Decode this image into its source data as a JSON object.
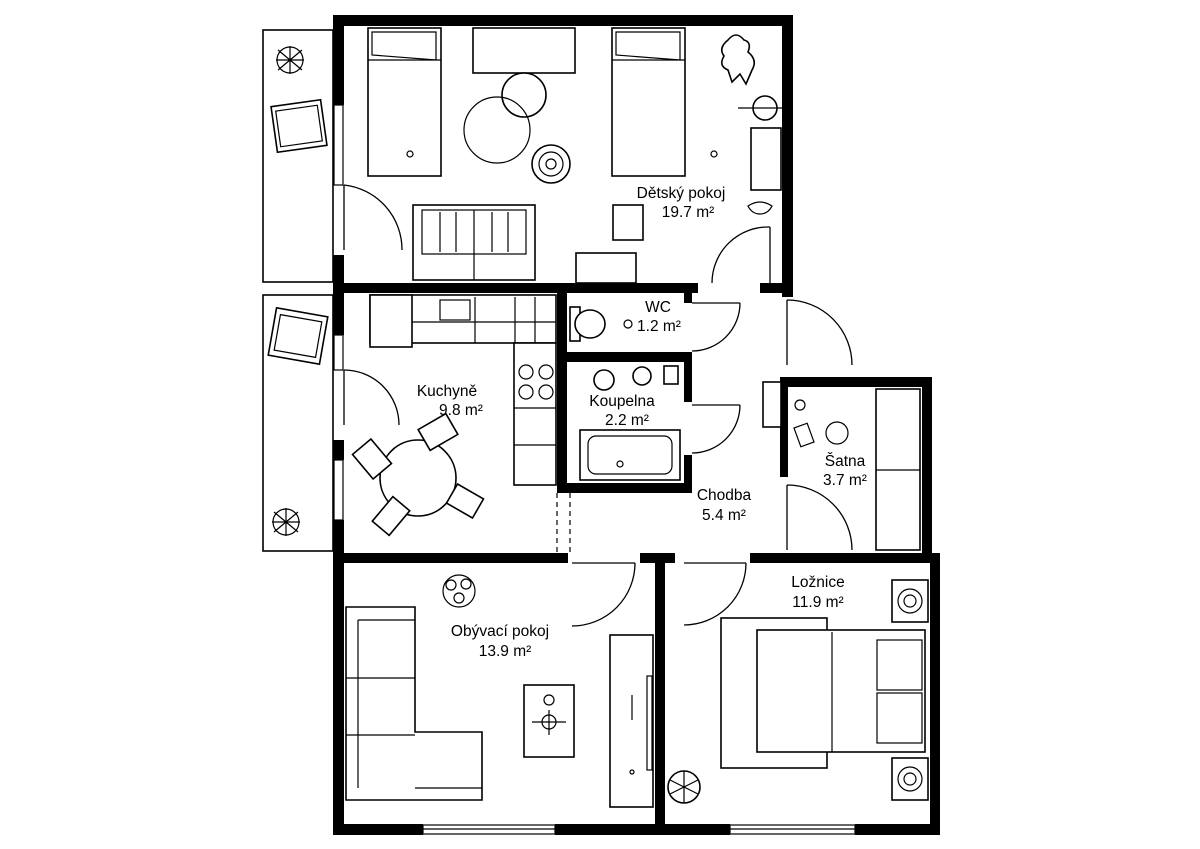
{
  "rooms": [
    {
      "id": "detsky",
      "name": "Dětský pokoj",
      "area": "19.7 m²"
    },
    {
      "id": "wc",
      "name": "WC",
      "area": "1.2 m²"
    },
    {
      "id": "kuchyne",
      "name": "Kuchyně",
      "area": "9.8 m²"
    },
    {
      "id": "koupelna",
      "name": "Koupelna",
      "area": "2.2 m²"
    },
    {
      "id": "satna",
      "name": "Šatna",
      "area": "3.7 m²"
    },
    {
      "id": "chodba",
      "name": "Chodba",
      "area": "5.4 m²"
    },
    {
      "id": "obyvaci",
      "name": "Obývací pokoj",
      "area": "13.9 m²"
    },
    {
      "id": "loznice",
      "name": "Ložnice",
      "area": "11.9 m²"
    }
  ],
  "icons": [
    "plant-icon",
    "teddy-bear-icon",
    "toy-car-icon",
    "floor-lamp-icon",
    "flower-pot-icon"
  ],
  "colors": {
    "wall": "#000000",
    "background": "#ffffff"
  }
}
